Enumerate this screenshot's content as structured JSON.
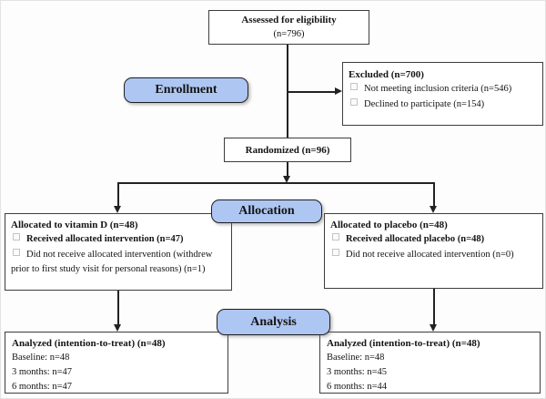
{
  "colors": {
    "stage_pill_fill": "#aec6f2",
    "stage_pill_border": "#1f1f1f",
    "box_border": "#3d3d3d",
    "connector": "#222222"
  },
  "stages": {
    "enrollment": "Enrollment",
    "allocation": "Allocation",
    "analysis": "Analysis"
  },
  "boxes": {
    "assessed": {
      "title": "Assessed for eligibility",
      "n": "(n=796)"
    },
    "excluded": {
      "title": "Excluded (n=700)",
      "items": [
        "Not meeting inclusion criteria (n=546)",
        "Declined to participate (n=154)"
      ]
    },
    "randomized": {
      "title": "Randomized (n=96)"
    },
    "allocation_left": {
      "title": "Allocated to vitamin D (n=48)",
      "item1": "Received allocated intervention (n=47)",
      "item2": "Did not receive allocated intervention (withdrew prior to first study visit for personal reasons) (n=1)"
    },
    "allocation_right": {
      "title": "Allocated to placebo (n=48)",
      "item1": "Received allocated placebo (n=48)",
      "item2": "Did not receive allocated intervention (n=0)"
    },
    "analysis_left": {
      "title": "Analyzed (intention-to-treat) (n=48)",
      "lines": [
        "Baseline: n=48",
        "3 months: n=47",
        "6 months: n=47"
      ]
    },
    "analysis_right": {
      "title": "Analyzed (intention-to-treat) (n=48)",
      "lines": [
        "Baseline: n=48",
        "3 months: n=45",
        "6 months: n=44"
      ]
    }
  }
}
